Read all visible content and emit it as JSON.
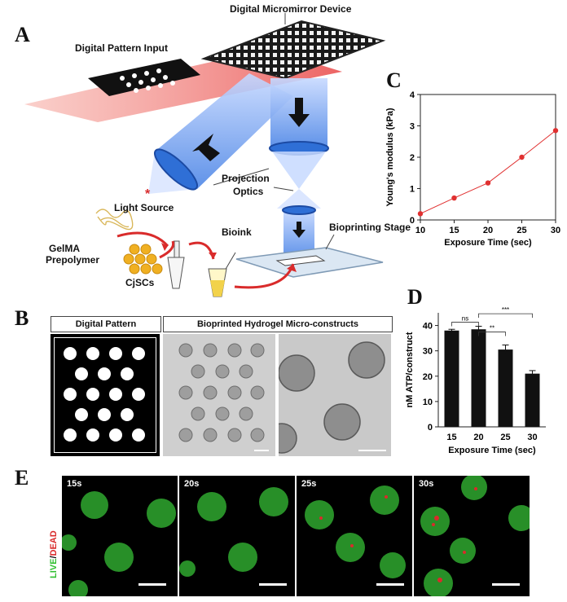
{
  "panels": {
    "a": "A",
    "b": "B",
    "c": "C",
    "d": "D",
    "e": "E"
  },
  "schematic": {
    "dmd": "Digital Micromirror Device",
    "pattern_input": "Digital Pattern Input",
    "projection": "Projection",
    "optics": "Optics",
    "light_source": "Light Source",
    "bioprinting_stage": "Bioprinting Stage",
    "bioink": "Bioink",
    "gelma1": "GelMA",
    "gelma2": "Prepolymer",
    "cjscs": "CjSCs"
  },
  "panel_b": {
    "digital_pattern": "Digital Pattern",
    "hydrogel": "Bioprinted Hydrogel Micro-constructs"
  },
  "panel_e": {
    "axis_live": "LIVE",
    "axis_slash": "/",
    "axis_dead": "DEAD",
    "labels": [
      "15s",
      "20s",
      "25s",
      "30s"
    ]
  },
  "colors": {
    "red": "#d92b2b",
    "blue": "#2f6fd6",
    "green": "#2fbf2f"
  },
  "chart_data": [
    {
      "type": "line",
      "panel": "C",
      "xlabel": "Exposure Time (sec)",
      "ylabel": "Young's modulus (kPa)",
      "x": [
        10,
        15,
        20,
        25,
        30
      ],
      "y": [
        0.2,
        0.7,
        1.18,
        2.0,
        2.85
      ],
      "xticks": [
        10,
        15,
        20,
        25,
        30
      ],
      "yticks": [
        0,
        1,
        2,
        3,
        4
      ],
      "xlim": [
        10,
        30
      ],
      "ylim": [
        0,
        4
      ],
      "color": "#e03030"
    },
    {
      "type": "bar",
      "panel": "D",
      "xlabel": "Exposure Time (sec)",
      "ylabel": "nM ATP/construct",
      "categories": [
        "15",
        "20",
        "25",
        "30"
      ],
      "values": [
        38,
        38.5,
        30.5,
        21
      ],
      "errors": [
        0.5,
        1.2,
        1.8,
        1.2
      ],
      "yticks": [
        0,
        10,
        20,
        30,
        40
      ],
      "ylim": [
        0,
        45
      ],
      "significance": [
        {
          "from": "15",
          "to": "20",
          "label": "ns"
        },
        {
          "from": "20",
          "to": "25",
          "label": "**"
        },
        {
          "from": "20",
          "to": "30",
          "label": "***"
        }
      ]
    }
  ]
}
